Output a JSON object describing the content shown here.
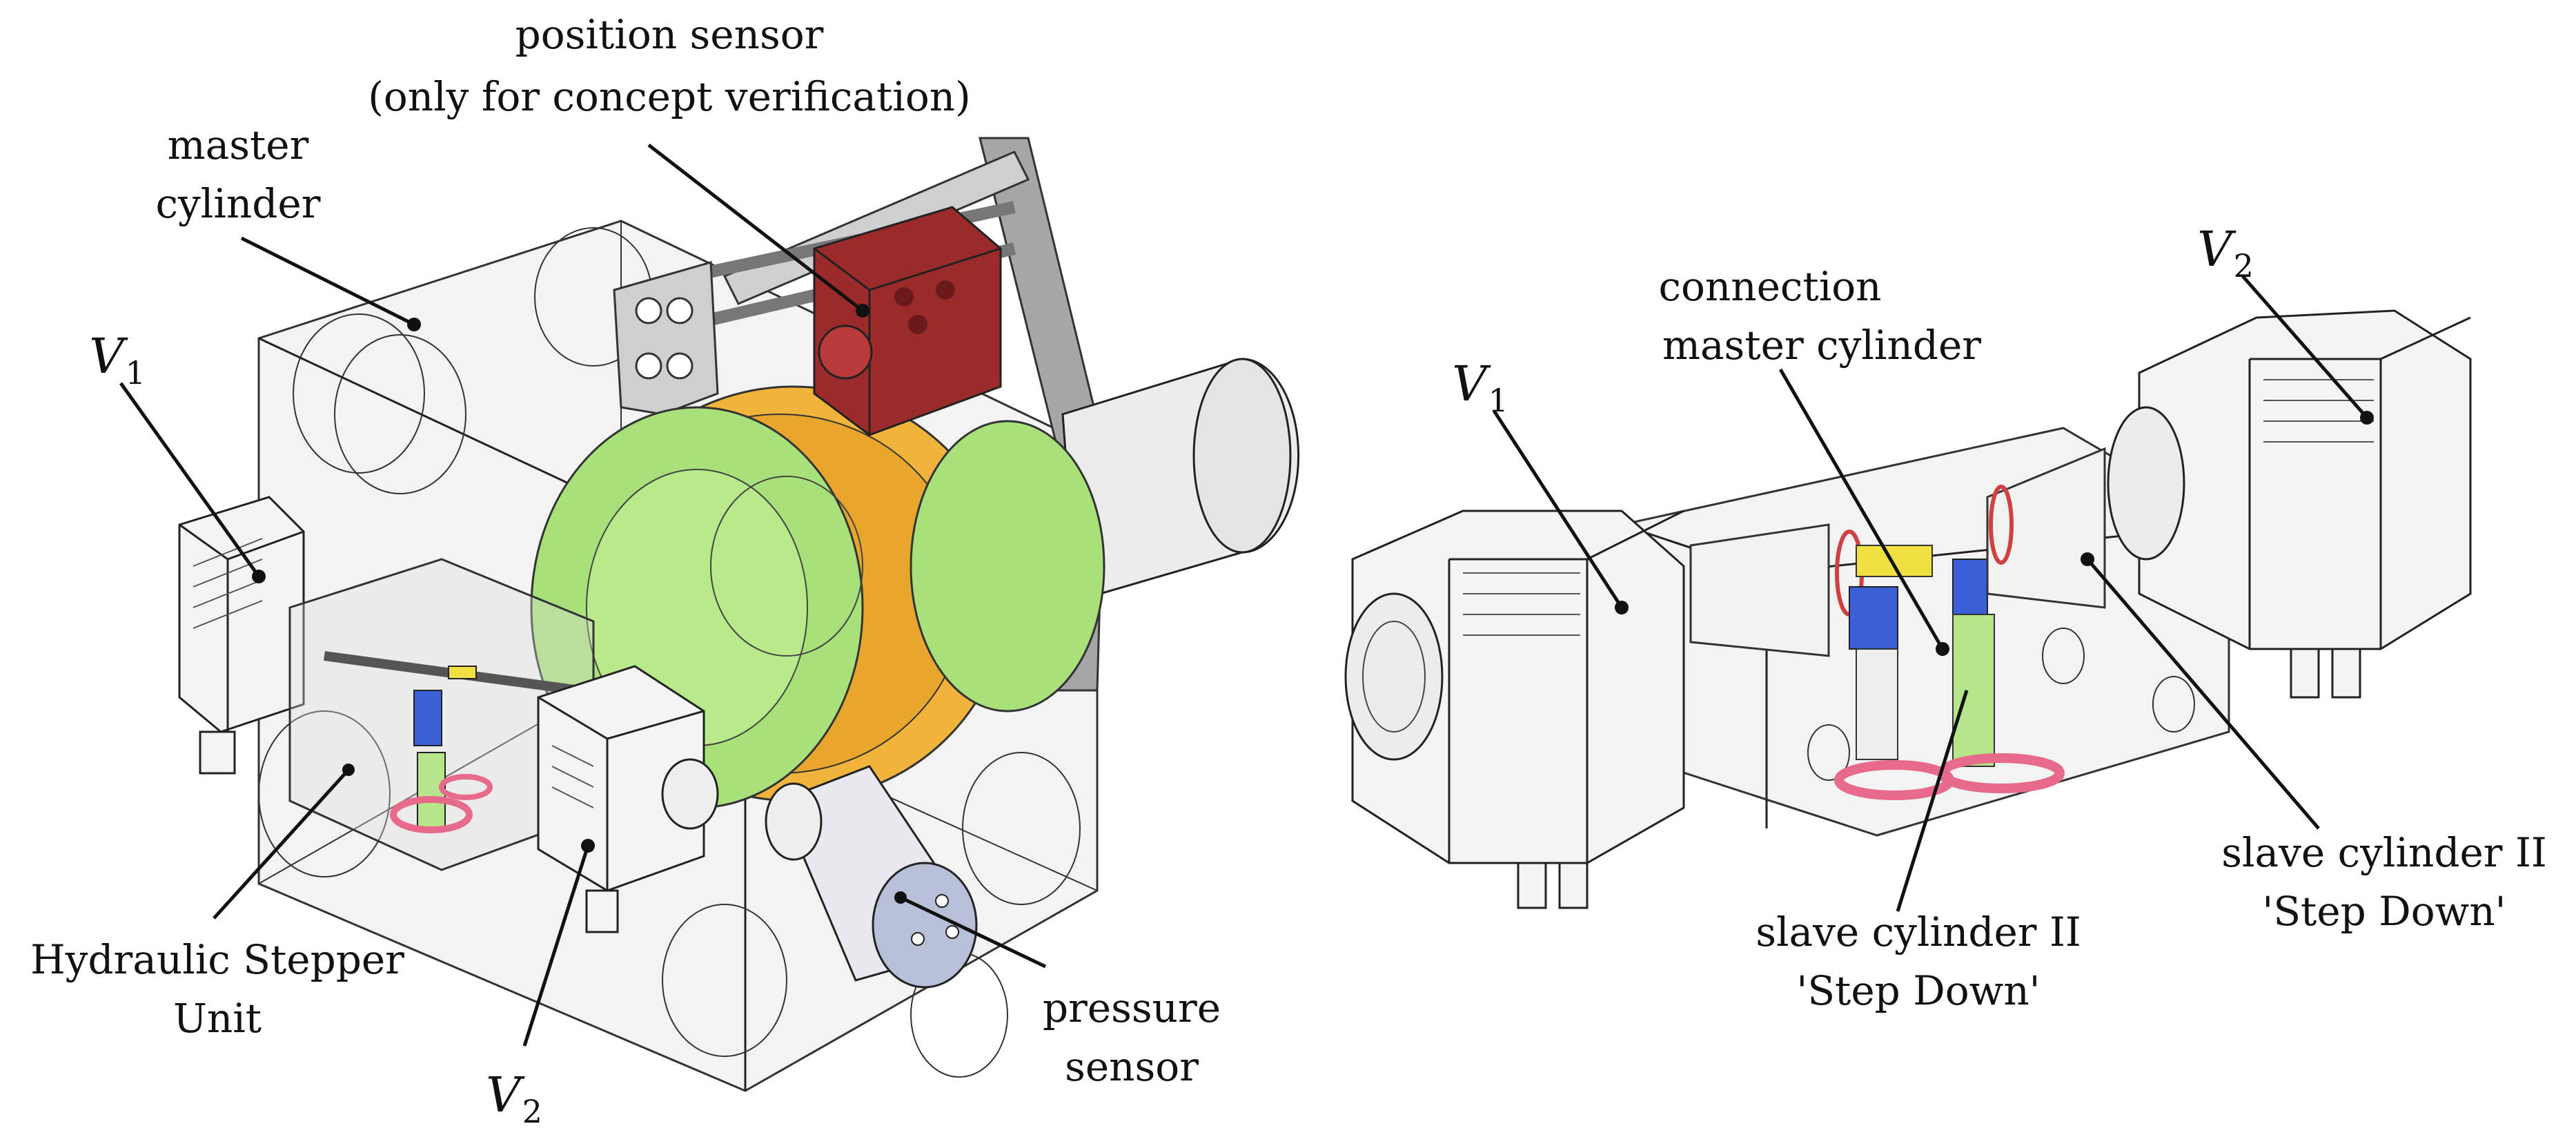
{
  "labels": {
    "position_sensor_line1": "position sensor",
    "position_sensor_line2": "(only for concept verification)",
    "master_cylinder_line1": "master",
    "master_cylinder_line2": "cylinder",
    "v1_left": "V",
    "v1_left_sub": "1",
    "hsu_line1": "Hydraulic Stepper",
    "hsu_line2": "Unit",
    "v2_left": "V",
    "v2_left_sub": "2",
    "pressure_sensor_line1": "pressure",
    "pressure_sensor_line2": "sensor",
    "v1_right": "V",
    "v1_right_sub": "1",
    "connection_line1": "connection",
    "connection_line2": "master cylinder",
    "v2_right": "V",
    "v2_right_sub": "2",
    "slave_mid_line1": "slave cylinder II",
    "slave_mid_line2": "'Step Down'",
    "slave_right_line1": "slave cylinder II",
    "slave_right_line2": "'Step Down'"
  },
  "colors": {
    "piston_green": "#a8e07a",
    "ring_orange": "#f0b43a",
    "sensor_red": "#9b2a2a",
    "bracket_gray": "#9a9a9a",
    "cylinder_blue": "#3a5fd6",
    "fitting_yellow": "#f0e040",
    "seal_pink": "#e86a8a",
    "tube_green": "#b6e68a"
  }
}
